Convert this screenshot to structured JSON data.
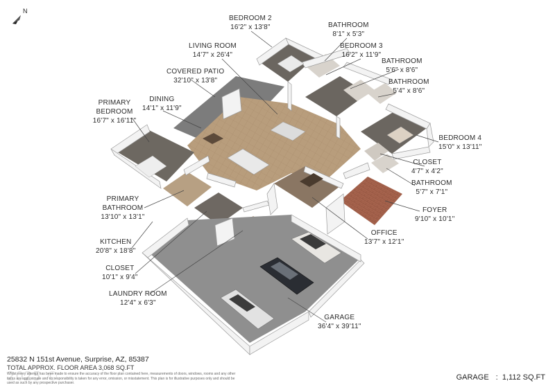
{
  "compass": {
    "label": "N",
    "icon": "north-arrow-icon"
  },
  "rooms": [
    {
      "id": "bedroom-2",
      "name": "BEDROOM 2",
      "dims": "16'2\" x 13'8\""
    },
    {
      "id": "bathroom-a",
      "name": "BATHROOM",
      "dims": "8'1\" x 5'3\""
    },
    {
      "id": "bedroom-3",
      "name": "BEDROOM 3",
      "dims": "16'2\" x 11'9\""
    },
    {
      "id": "bathroom-b",
      "name": "BATHROOM",
      "dims": "5'6\" x 8'6\""
    },
    {
      "id": "bathroom-c",
      "name": "BATHROOM",
      "dims": "5'4\" x 8'6\""
    },
    {
      "id": "living-room",
      "name": "LIVING ROOM",
      "dims": "14'7\" x 26'4\""
    },
    {
      "id": "covered-patio",
      "name": "COVERED PATIO",
      "dims": "32'10\" x 13'8\""
    },
    {
      "id": "dining",
      "name": "DINING",
      "dims": "14'1\" x 11'9\""
    },
    {
      "id": "primary-bedroom",
      "name": "PRIMARY BEDROOM",
      "dims": "16'7\" x 16'11\""
    },
    {
      "id": "bedroom-4",
      "name": "BEDROOM 4",
      "dims": "15'0\" x 13'11\""
    },
    {
      "id": "closet-a",
      "name": "CLOSET",
      "dims": "4'7\" x 4'2\""
    },
    {
      "id": "bathroom-d",
      "name": "BATHROOM",
      "dims": "5'7\" x 7'1\""
    },
    {
      "id": "primary-bathroom",
      "name": "PRIMARY BATHROOM",
      "dims": "13'10\" x 13'1\""
    },
    {
      "id": "foyer",
      "name": "FOYER",
      "dims": "9'10\" x 10'1\""
    },
    {
      "id": "office",
      "name": "OFFICE",
      "dims": "13'7\" x 12'1\""
    },
    {
      "id": "kitchen",
      "name": "KITCHEN",
      "dims": "20'8\" x 18'8\""
    },
    {
      "id": "closet-b",
      "name": "CLOSET",
      "dims": "10'1\" x 9'4\""
    },
    {
      "id": "laundry-room",
      "name": "LAUNDRY ROOM",
      "dims": "12'4\" x 6'3\""
    },
    {
      "id": "garage",
      "name": "GARAGE",
      "dims": "36'4\" x 39'11\""
    }
  ],
  "footer": {
    "address": "25832 N 151st Avenue, Surprise, AZ, 85387",
    "total_area": "TOTAL APPROX. FLOOR AREA 3,068 SQ.FT",
    "disclaimer": "Whilst every attempt has been made to ensure the accuracy of the floor plan contained here, measurements of doors, windows, rooms and any other items are approximate and no responsibility is taken for any error, omission, or misstatement. This plan is for illustrative purposes only and should be used as such by any prospective purchaser.",
    "watermark": "2025 © ",
    "garage_label": "GARAGE",
    "garage_area": "1,112 SQ.FT"
  },
  "colors": {
    "wall": "#f4f4f4",
    "wall_shadow": "#bdbdbd",
    "floor_carpet": "#6f6a63",
    "floor_tile": "#b59a7a",
    "floor_garage": "#8e8e8e",
    "floor_patio": "#7d7d7d",
    "brick": "#a5644f",
    "leader": "#444444"
  }
}
